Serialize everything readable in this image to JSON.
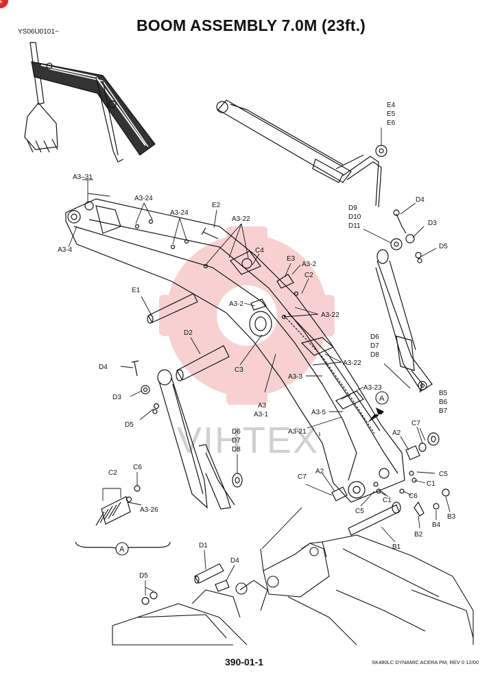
{
  "badge": "+",
  "title": "BOOM ASSEMBLY 7.0M (23ft.)",
  "drawing_code": "YS06U0101~",
  "page_number": "390-01-1",
  "footer": "SK480LC DYNAMIC ACERA PM, REV 0 12/00",
  "watermark": "VIHTEX",
  "detail_marker": "A",
  "labels": {
    "e4_e6": [
      "E4",
      "E5",
      "E6"
    ],
    "d9_d11": [
      "D9",
      "D10",
      "D11"
    ],
    "d4_top": "D4",
    "d3_top": "D3",
    "d5_top": "D5",
    "a3_31": "A3–31",
    "a3_24_a": "A3-24",
    "a3_24_b": "A3-24",
    "e2": "E2",
    "a3_22_top": "A3-22",
    "a3_4": "A3-4",
    "c4": "C4",
    "e3": "E3",
    "a3_2_right": "A3-2",
    "c2_right": "C2",
    "a3_22_mid": "A3-22",
    "e1": "E1",
    "a3_2_left": "A3-2",
    "d6_d8_right": [
      "D6",
      "D7",
      "D8"
    ],
    "d2": "D2",
    "a3_22_low": "A3-22",
    "c3": "C3",
    "d4_left": "D4",
    "a3_3": "A3-3",
    "a3_23": "A3-23",
    "d3_left": "D3",
    "b5_b7": [
      "B5",
      "B6",
      "B7"
    ],
    "a3_stack": [
      "A3",
      "A3-1"
    ],
    "a3_5": "A3-5",
    "d5_left": "D5",
    "c7_right": "C7",
    "a3_21": "A3-21",
    "d6_d8_left": [
      "D6",
      "D7",
      "D8"
    ],
    "a2_right": "A2",
    "c2_left": "C2",
    "c6_left": "C6",
    "c5_right": "C5",
    "a2_left": "A2",
    "c7_left": "C7",
    "c1_right": "C1",
    "a3_26": "A3-26",
    "c6_right": "C6",
    "c5_left": "C5",
    "c1_low": "C1",
    "b3": "B3",
    "b4": "B4",
    "b2": "B2",
    "b1": "B1",
    "d1": "D1",
    "d4_bottom": "D4",
    "d5_bottom": "D5"
  }
}
